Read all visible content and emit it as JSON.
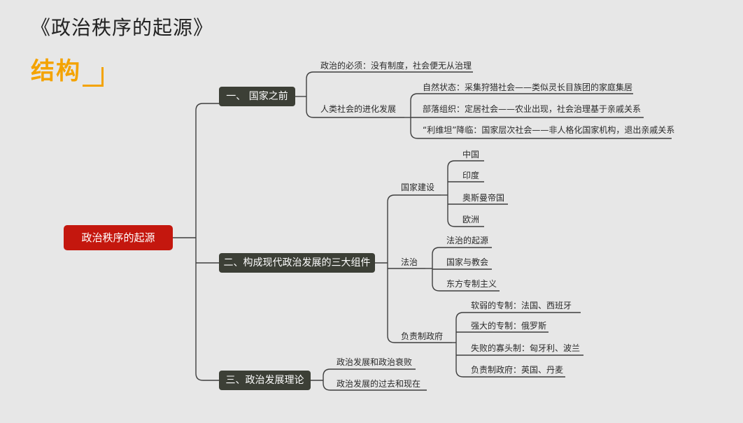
{
  "header": {
    "title": "《政治秩序的起源》",
    "section": "结构"
  },
  "mindmap": {
    "root": "政治秩序的起源",
    "branches": [
      {
        "label": "一、 国家之前",
        "children": [
          {
            "label": "政治的必须：没有制度，社会便无从治理"
          },
          {
            "label": "人类社会的进化发展",
            "children": [
              "自然状态：采集狩猎社会——类似灵长目族团的家庭集居",
              "部落组织：定居社会——农业出现，社会治理基于亲戚关系",
              "“利维坦”降临：国家层次社会——非人格化国家机构，退出亲戚关系"
            ]
          }
        ]
      },
      {
        "label": "二、构成现代政治发展的三大组件",
        "children": [
          {
            "label": "国家建设",
            "children": [
              "中国",
              "印度",
              "奥斯曼帝国",
              "欧洲"
            ]
          },
          {
            "label": "法治",
            "children": [
              "法治的起源",
              "国家与教会",
              "东方专制主义"
            ]
          },
          {
            "label": "负责制政府",
            "children": [
              "软弱的专制：法国、西班牙",
              "强大的专制：俄罗斯",
              "失败的寡头制：匈牙利、波兰",
              "负责制政府：英国、丹麦"
            ]
          }
        ]
      },
      {
        "label": "三、政治发展理论",
        "children": [
          {
            "label": "政治发展和政治衰败"
          },
          {
            "label": "政治发展的过去和现在"
          }
        ]
      }
    ]
  }
}
